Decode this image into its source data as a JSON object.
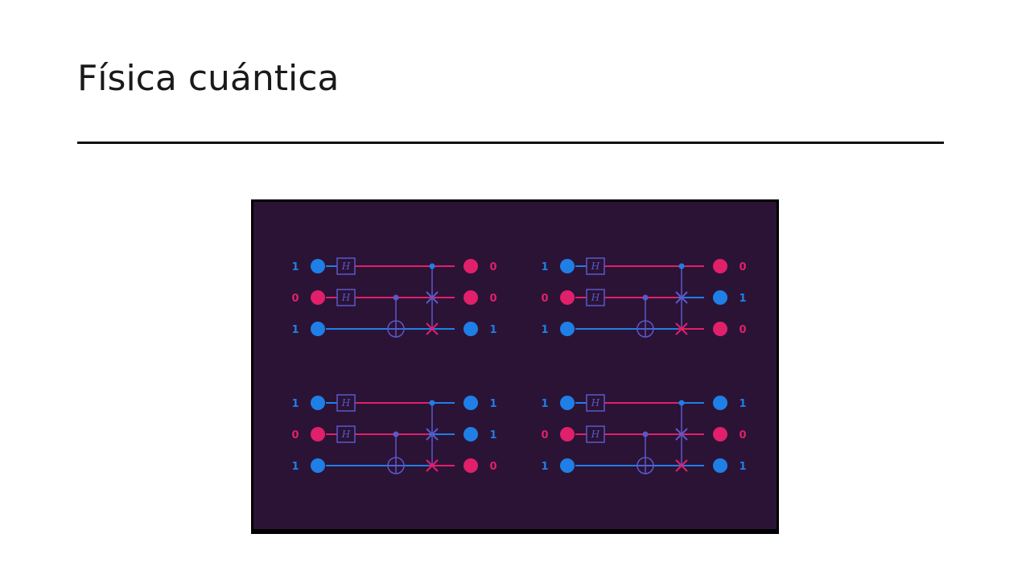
{
  "slide": {
    "title": "Física cuántica"
  },
  "colors": {
    "background": "#ffffff",
    "panel": "#2b1336",
    "qubit_one": "#1f7fe6",
    "qubit_zero": "#e0206a",
    "gate": "#5a59c9"
  },
  "figure": {
    "gate_label": "H",
    "circuits": [
      {
        "inputs": [
          "1",
          "0",
          "1"
        ],
        "outputs": [
          "0",
          "0",
          "1"
        ]
      },
      {
        "inputs": [
          "1",
          "0",
          "1"
        ],
        "outputs": [
          "0",
          "1",
          "0"
        ]
      },
      {
        "inputs": [
          "1",
          "0",
          "1"
        ],
        "outputs": [
          "1",
          "1",
          "0"
        ]
      },
      {
        "inputs": [
          "1",
          "0",
          "1"
        ],
        "outputs": [
          "1",
          "0",
          "1"
        ]
      }
    ]
  }
}
